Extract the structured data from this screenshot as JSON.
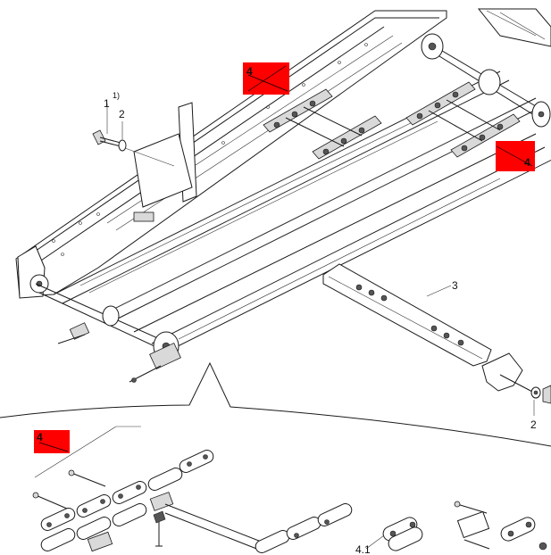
{
  "callouts": {
    "item_1": "1",
    "note_1": "1)",
    "item_2_top": "2",
    "item_3": "3",
    "item_2_bottom": "2",
    "item_4_1": "4.1"
  },
  "tags": {
    "tag_a": "4",
    "tag_b": "4",
    "tag_c": "4"
  },
  "colors": {
    "tag_fill": "#ff0000",
    "line": "#1a1a1a"
  }
}
